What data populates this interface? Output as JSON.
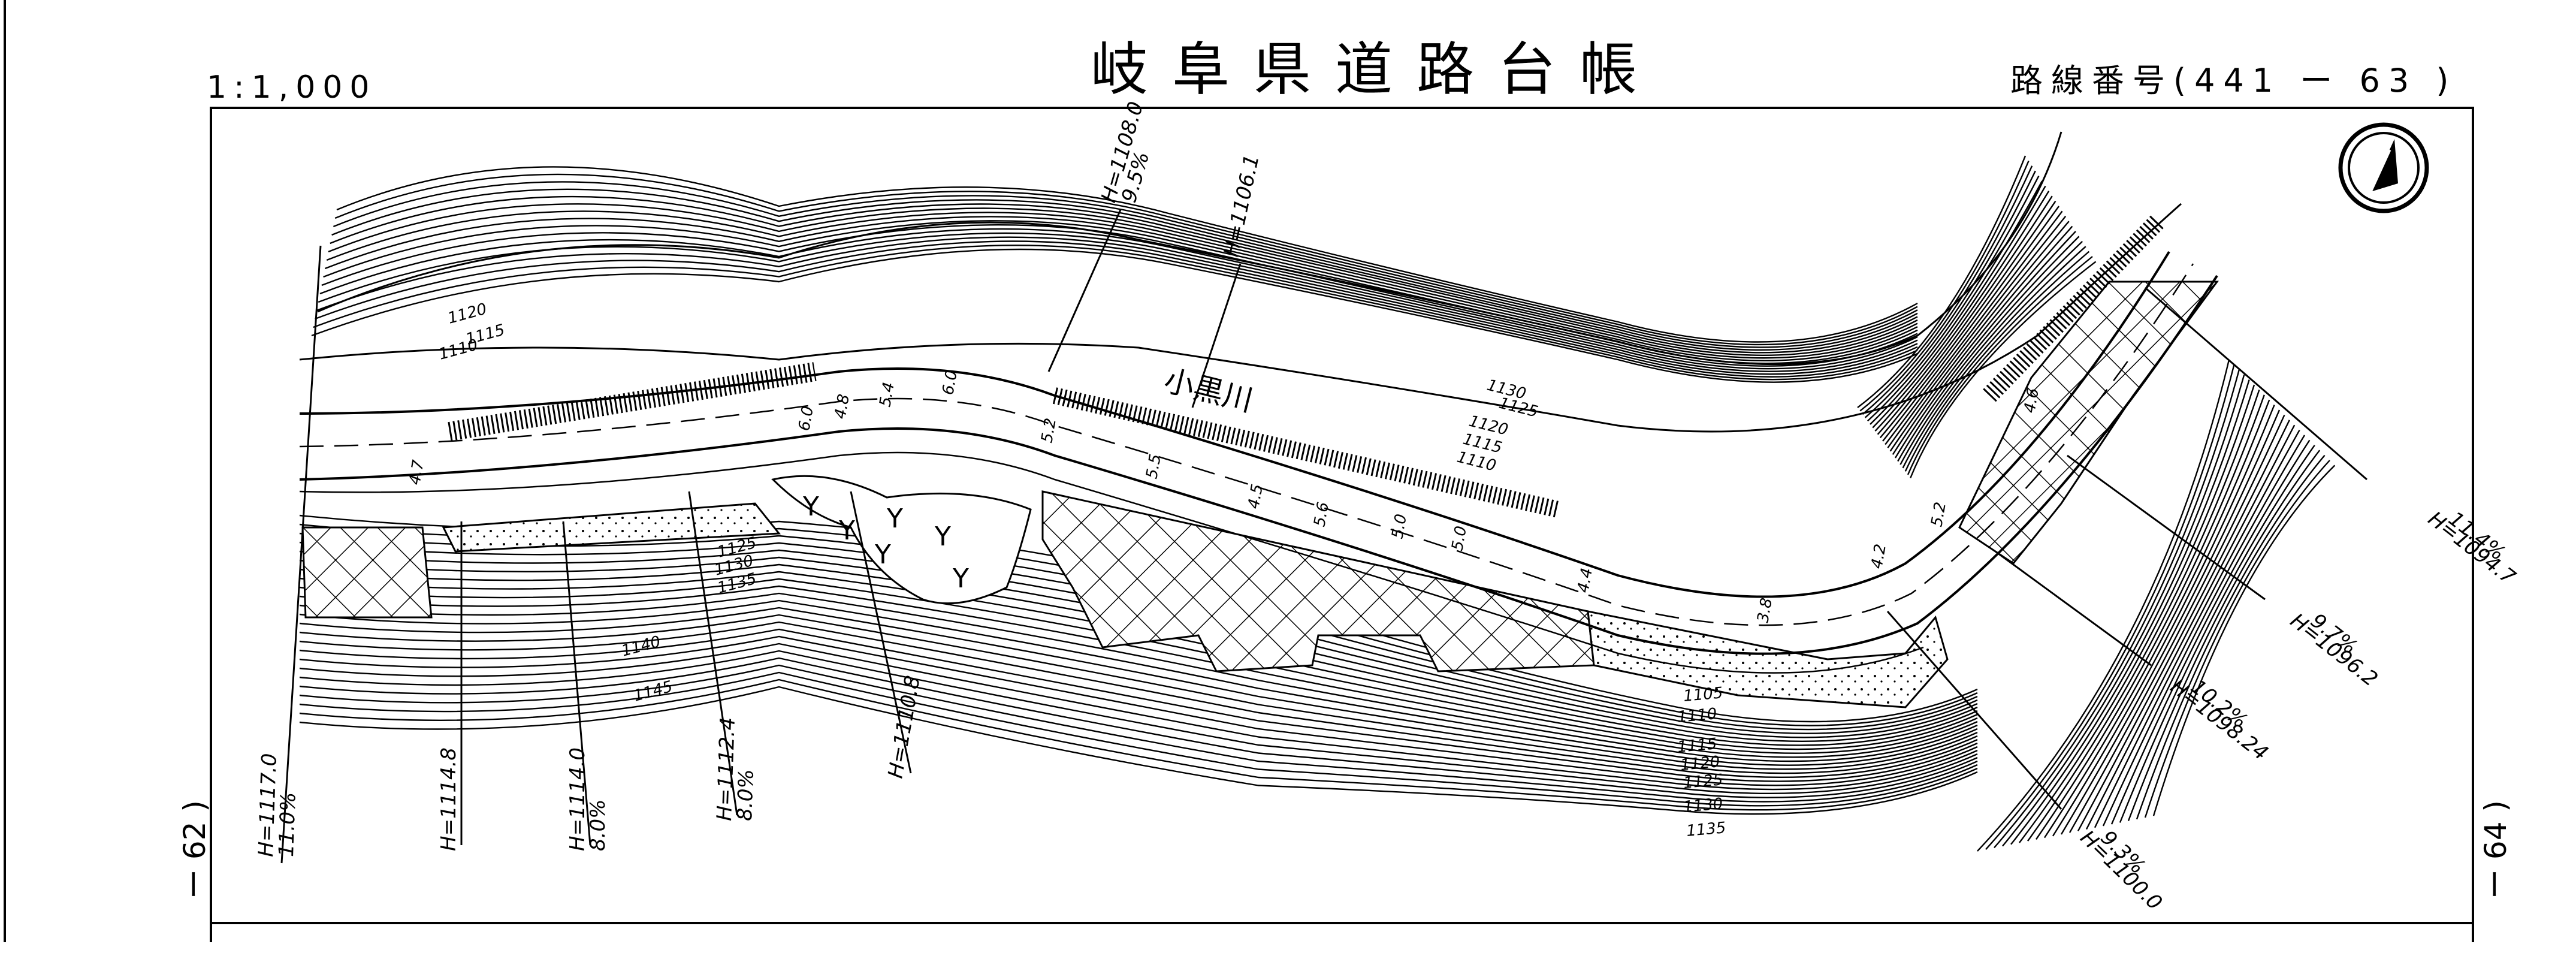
{
  "header": {
    "title": "岐阜県道路台帳",
    "scale": "1:1,000",
    "route_number": "路線番号(441 ー 63 )"
  },
  "edge_refs": {
    "left": "ー 62 )",
    "right": "ー 64 )"
  },
  "map": {
    "river_name": "小黒川",
    "elevation_marks": [
      {
        "height": "H=1117.0",
        "grade": "11.0%"
      },
      {
        "height": "H=1114.8",
        "grade": ""
      },
      {
        "height": "H=1114.0",
        "grade": "8.0%"
      },
      {
        "height": "H=1112.4",
        "grade": "8.0%"
      },
      {
        "height": "H=1110.8",
        "grade": ""
      },
      {
        "height": "H=1108.0",
        "grade": "9.5%"
      },
      {
        "height": "H=1106.1",
        "grade": ""
      },
      {
        "height": "H=1094.7",
        "grade": "11.4%"
      },
      {
        "height": "H=1096.2",
        "grade": "9.7%"
      },
      {
        "height": "H=1098.24",
        "grade": "10.2%"
      },
      {
        "height": "H=1100.0",
        "grade": "9.3%"
      }
    ],
    "contour_labels": [
      "1120",
      "1115",
      "1110",
      "1130",
      "1125",
      "1120",
      "1115",
      "1110",
      "1125",
      "1130",
      "1135",
      "1140",
      "1145",
      "1105",
      "1110",
      "1115",
      "1120",
      "1125",
      "1130",
      "1135"
    ],
    "width_labels": [
      "4.7",
      "6.0",
      "4.8",
      "5.4",
      "6.0",
      "5.2",
      "5.5",
      "4.5",
      "5.6",
      "5.0",
      "5.0",
      "4.4",
      "3.8",
      "4.2",
      "5.2",
      "4.6"
    ],
    "north_arrow": "north-arrow-icon"
  },
  "colors": {
    "ink": "#000000",
    "paper": "#ffffff"
  }
}
